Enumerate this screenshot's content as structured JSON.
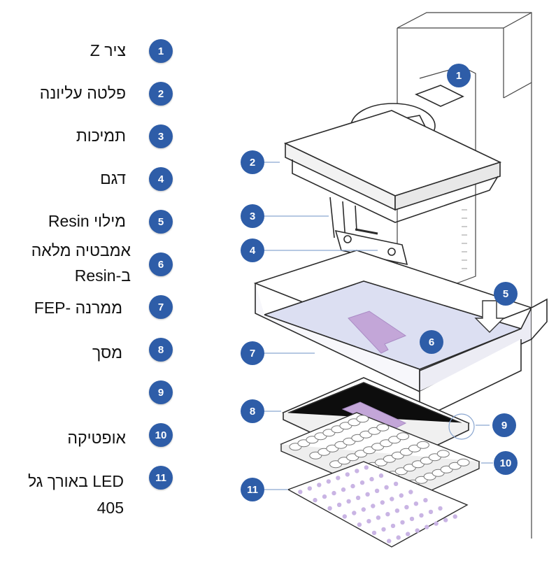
{
  "legend": [
    {
      "number": "1",
      "lines": [
        "ציר Z"
      ]
    },
    {
      "number": "2",
      "lines": [
        "פלטה עליונה"
      ]
    },
    {
      "number": "3",
      "lines": [
        "תמיכות"
      ]
    },
    {
      "number": "4",
      "lines": [
        "דגם"
      ]
    },
    {
      "number": "5",
      "lines": [
        "מילוי Resin"
      ]
    },
    {
      "number": "6",
      "lines": [
        "אמבטיה מלאה",
        "ב-Resin"
      ]
    },
    {
      "number": "7",
      "lines": [
        "ממרנה -FEP"
      ]
    },
    {
      "number": "8",
      "lines": [
        "מסך"
      ]
    },
    {
      "number": "9",
      "lines": []
    },
    {
      "number": "10",
      "lines": [
        "אופטיקה"
      ]
    },
    {
      "number": "11",
      "lines": [
        "LED באורך גל",
        "405"
      ]
    }
  ],
  "callouts": [
    "1",
    "2",
    "3",
    "4",
    "5",
    "6",
    "7",
    "8",
    "9",
    "10",
    "11"
  ],
  "colors": {
    "badge": "#2e5da8",
    "line": "#8aa6d0",
    "outline": "#2b2b2b",
    "resin": "#dcdff2",
    "model": "#b89ad0",
    "led": "#c9b4e4"
  }
}
